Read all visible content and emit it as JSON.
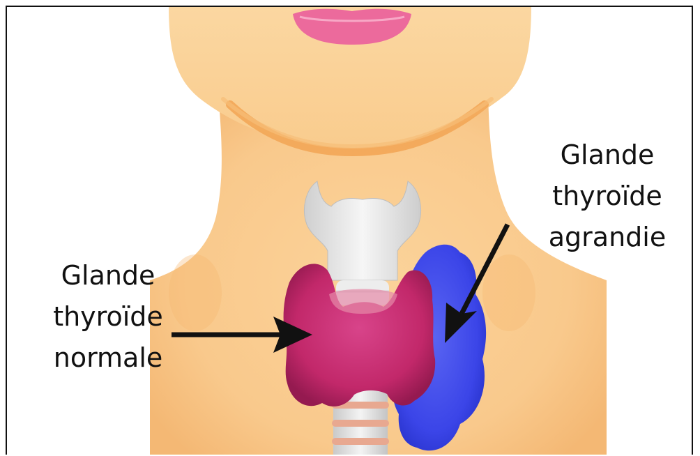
{
  "labels": {
    "normal": {
      "line1": "Glande",
      "line2": "thyroïde",
      "line3": "normale"
    },
    "enlarged": {
      "line1": "Glande",
      "line2": "thyroïde",
      "line3": "agrandie"
    }
  },
  "colors": {
    "skin": "#f9c98c",
    "skin_shadow": "#f5b066",
    "jaw_line": "#f2a454",
    "lips": "#ec6a9c",
    "larynx": "#e4e4e4",
    "normal_thyroid": "#c2286a",
    "enlarged_thyroid": "#3b45e8",
    "trachea_ring": "#e8a890",
    "arrow": "#111111",
    "text": "#111111"
  },
  "icons": {
    "normal_arrow": "arrow-right-icon",
    "enlarged_arrow": "arrow-down-left-icon"
  }
}
